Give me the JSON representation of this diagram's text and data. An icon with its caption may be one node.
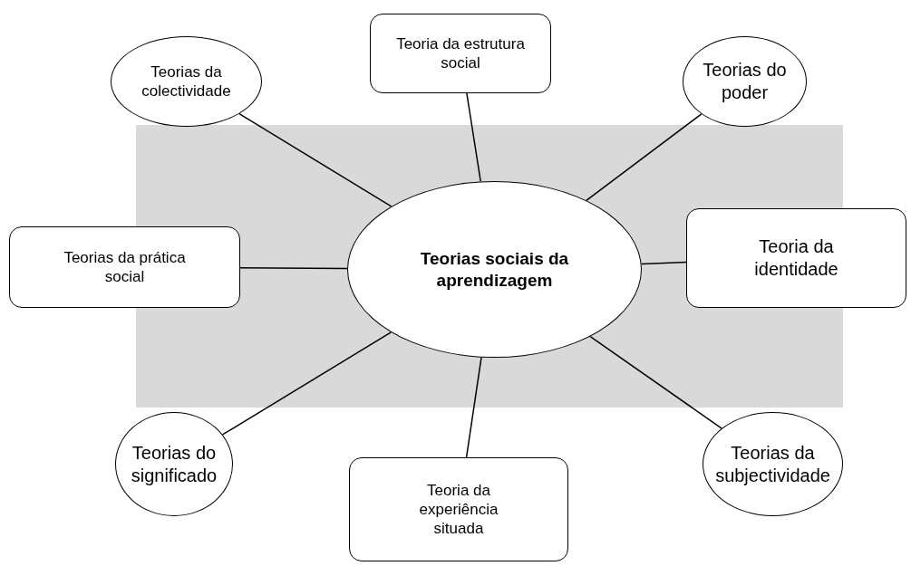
{
  "diagram": {
    "nodes": [
      {
        "text": [
          "Teorias da colectividade"
        ]
      },
      {
        "text": [
          "Teoria da estrutura social"
        ]
      },
      {
        "text": [
          "Teorias do poder"
        ]
      },
      {
        "text": [
          "Teorias da prática social"
        ]
      },
      {
        "text": [
          "Teorias sociais da aprendizagem"
        ]
      },
      {
        "text": [
          "Teoria da identidade"
        ]
      },
      {
        "text": [
          "Teorias do significado"
        ]
      },
      {
        "text": [
          "Teoria da experiência situada"
        ]
      },
      {
        "text": [
          "Teorias da subjectividade"
        ]
      }
    ],
    "edges": [
      {
        "from": 4,
        "to": 0,
        "arrow": "none"
      },
      {
        "from": 4,
        "to": 1,
        "arrow": "none"
      },
      {
        "from": 4,
        "to": 2,
        "arrow": "none"
      },
      {
        "from": 4,
        "to": 3,
        "arrow": "none"
      },
      {
        "from": 4,
        "to": 5,
        "arrow": "none"
      },
      {
        "from": 4,
        "to": 6,
        "arrow": "none"
      },
      {
        "from": 4,
        "to": 7,
        "arrow": "none"
      },
      {
        "from": 4,
        "to": 8,
        "arrow": "none"
      }
    ]
  }
}
